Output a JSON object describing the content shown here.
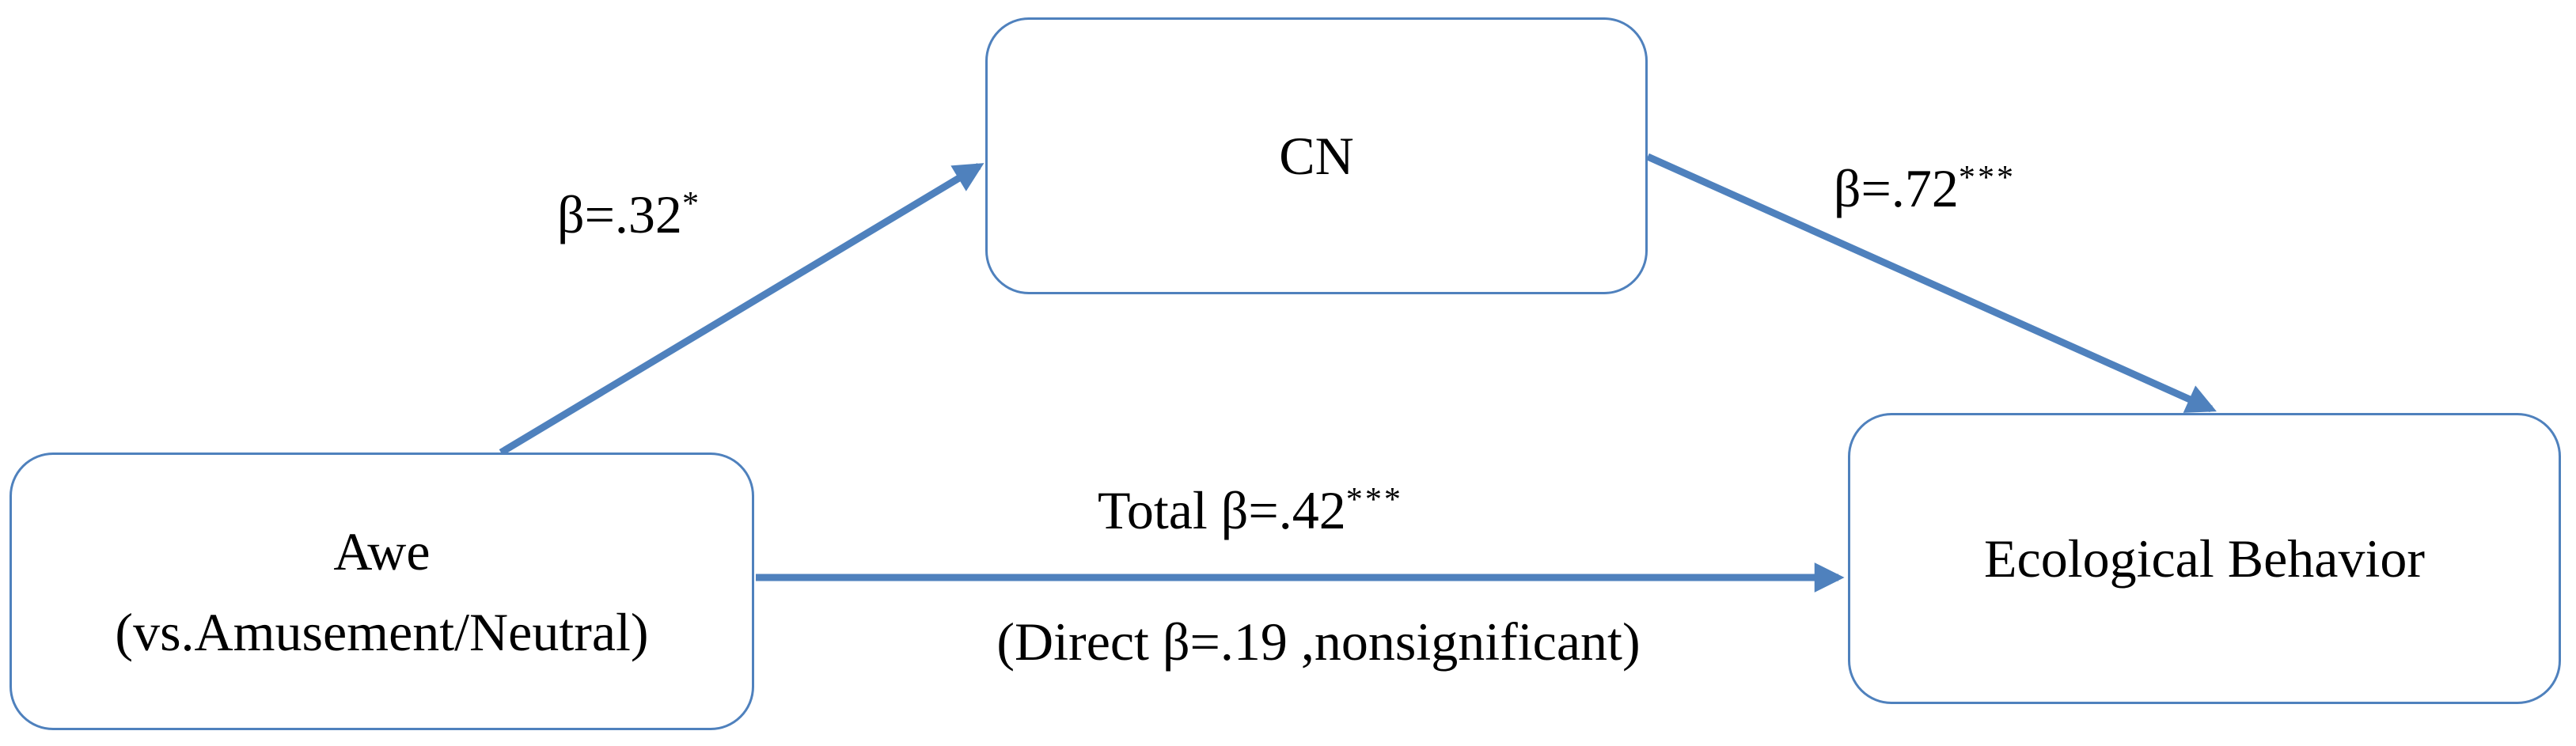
{
  "diagram": {
    "type": "mediation-path-model",
    "nodes": {
      "predictor": {
        "line1": "Awe",
        "line2": "(vs.Amusement/Neutral)"
      },
      "mediator": {
        "label": "CN"
      },
      "outcome": {
        "label": "Ecological Behavior"
      }
    },
    "paths": {
      "a": {
        "from": "predictor",
        "to": "mediator",
        "coef": "β=.32",
        "stars": "*"
      },
      "b": {
        "from": "mediator",
        "to": "outcome",
        "coef": "β=.72",
        "stars": "***"
      },
      "total": {
        "from": "predictor",
        "to": "outcome",
        "coef": "Total β=.42",
        "stars": "***"
      },
      "direct": {
        "from": "predictor",
        "to": "outcome",
        "note": "(Direct β=.19 ,nonsignificant)"
      }
    },
    "colors": {
      "accent": "#4F81BD",
      "text": "#000000",
      "background": "#FFFFFF"
    }
  }
}
